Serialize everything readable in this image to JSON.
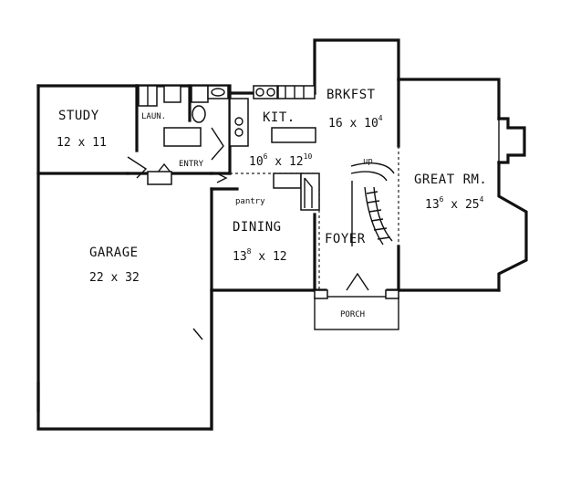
{
  "rooms": {
    "study": {
      "name": "STUDY",
      "dim": "12  x  11"
    },
    "laun": {
      "name": "LAUN."
    },
    "kit": {
      "name": "KIT.",
      "dim_a": "10",
      "dim_a_sup": "6",
      "dim_x": " x ",
      "dim_b": "12",
      "dim_b_sup": "10"
    },
    "brkfst": {
      "name": "BRKFST",
      "dim_a": "16  x  10",
      "dim_b_sup": "4"
    },
    "great": {
      "name": "GREAT  RM.",
      "dim_a": "13",
      "dim_a_sup": "6",
      "dim_x": " x ",
      "dim_b": "25",
      "dim_b_sup": "4"
    },
    "dining": {
      "name": "DINING",
      "dim_a": "13",
      "dim_a_sup": "8",
      "dim_x": " x 12"
    },
    "garage": {
      "name": "GARAGE",
      "dim": "22  x  32"
    },
    "foyer": {
      "name": "FOYER"
    },
    "porch": {
      "name": "PORCH"
    },
    "entry": {
      "name": "ENTRY"
    },
    "pantry": {
      "name": "pantry"
    },
    "stair": {
      "name": "up"
    }
  }
}
